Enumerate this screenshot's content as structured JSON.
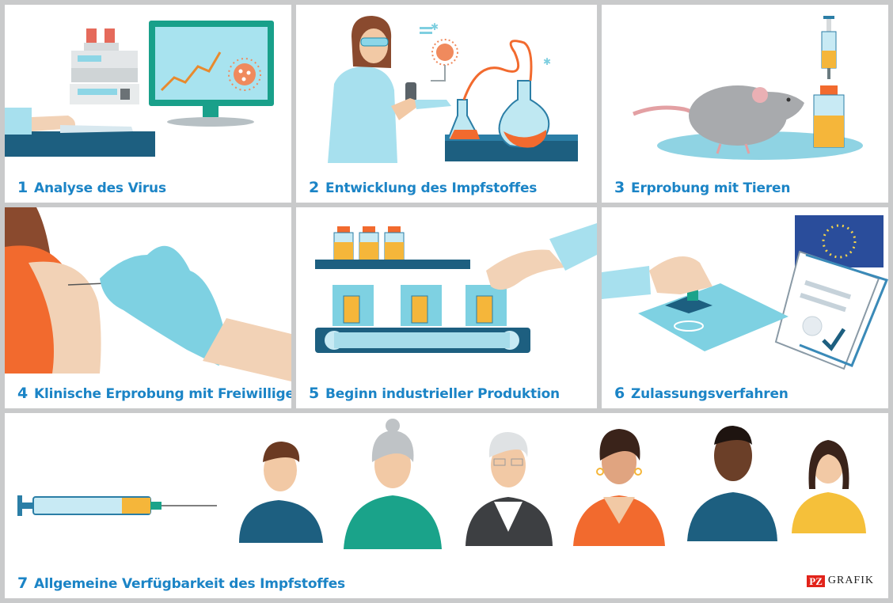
{
  "panels": [
    {
      "number": "1",
      "label": "Analyse des Virus"
    },
    {
      "number": "2",
      "label": "Entwicklung des Impfstoffes"
    },
    {
      "number": "3",
      "label": "Erprobung mit Tieren"
    },
    {
      "number": "4",
      "label": "Klinische Erprobung mit Freiwilligen"
    },
    {
      "number": "5",
      "label": "Beginn industrieller Produktion"
    },
    {
      "number": "6",
      "label": "Zulassungsverfahren"
    },
    {
      "number": "7",
      "label": "Allgemeine Verfügbarkeit des Impfstoffes"
    }
  ],
  "brand": {
    "pz": "PZ",
    "grafik": "GRAFIK"
  },
  "colors": {
    "caption_blue": "#1b84c6",
    "light_blue": "#7fd0e0",
    "dark_blue": "#1d6080",
    "orange": "#f26a2e",
    "yellow": "#f5b63a",
    "green": "#1aa38a",
    "eu_blue": "#2a4d9b"
  },
  "icons": [
    "lab-instrument-icon",
    "monitor-icon",
    "virus-icon",
    "scientist-icon",
    "flask-icon",
    "rat-icon",
    "syringe-icon",
    "vial-icon",
    "conveyor-icon",
    "stamp-icon",
    "eu-flag-icon",
    "document-icon",
    "person-icon"
  ]
}
